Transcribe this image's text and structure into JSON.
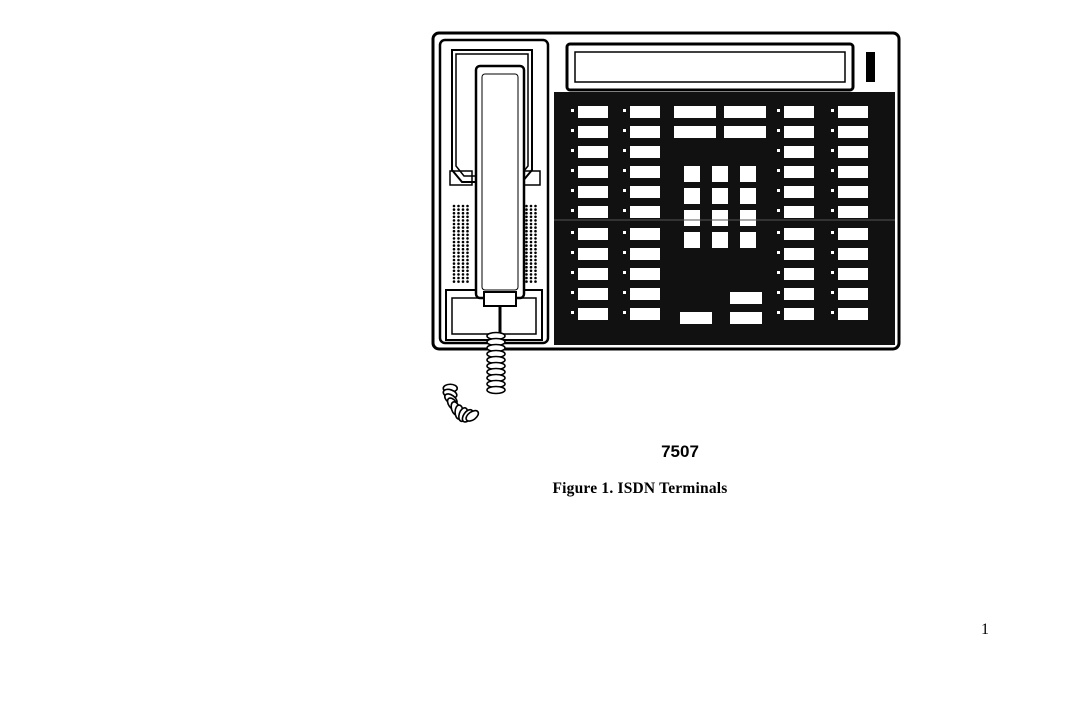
{
  "figure": {
    "model_label": "7507",
    "caption": "Figure 1. ISDN Terminals",
    "image_description_icon": "telephone-terminal-icon"
  },
  "page": {
    "number": "1"
  }
}
